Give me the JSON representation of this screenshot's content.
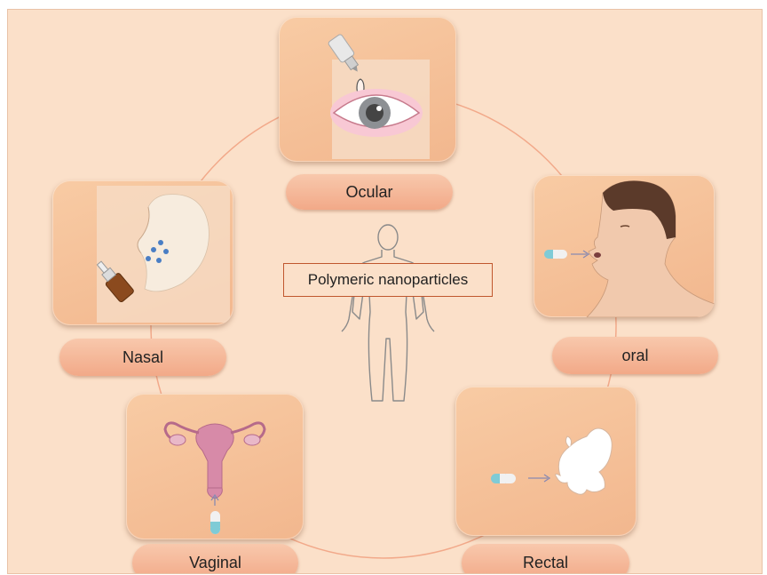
{
  "center": {
    "label": "Polymeric nanoparticles"
  },
  "routes": [
    {
      "id": "ocular",
      "label": "Ocular"
    },
    {
      "id": "oral",
      "label": "oral"
    },
    {
      "id": "rectal",
      "label": "Rectal"
    },
    {
      "id": "vaginal",
      "label": "Vaginal"
    },
    {
      "id": "nasal",
      "label": "Nasal"
    }
  ],
  "colors": {
    "background": "#fbe0c9",
    "card": "#f5be97",
    "pill": "#f4b092",
    "ring": "#f2a98a",
    "center_border": "#c0572e",
    "capsule_blue": "#7fcbd6"
  }
}
